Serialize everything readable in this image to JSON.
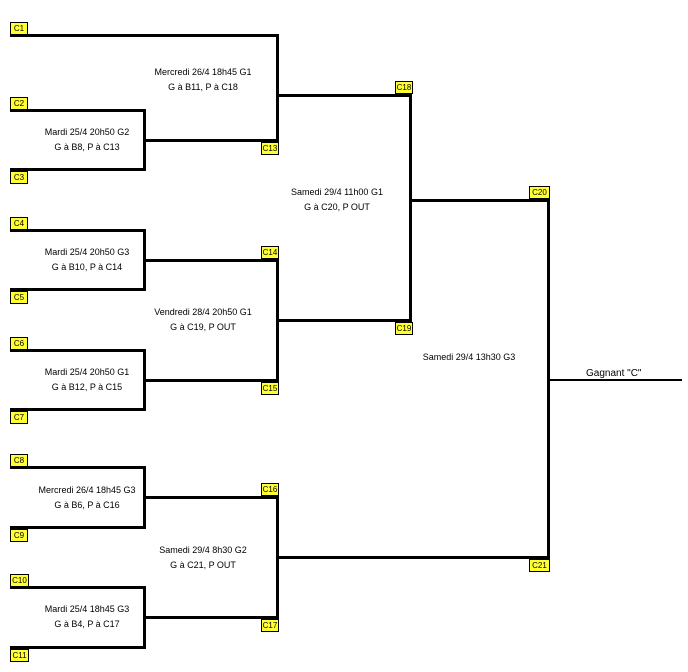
{
  "slots": {
    "c1": "C1",
    "c2": "C2",
    "c3": "C3",
    "c4": "C4",
    "c5": "C5",
    "c6": "C6",
    "c7": "C7",
    "c8": "C8",
    "c9": "C9",
    "c10": "C10",
    "c11": "C11",
    "c13": "C13",
    "c14": "C14",
    "c15": "C15",
    "c16": "C16",
    "c17": "C17",
    "c18": "C18",
    "c19": "C19",
    "c20": "C20",
    "c21": "C21"
  },
  "matches": {
    "c2_c3": {
      "when": "Mardi 25/4 20h50 G2",
      "result": "G à B8, P à C13"
    },
    "c4_c5": {
      "when": "Mardi 25/4 20h50 G3",
      "result": "G à B10, P à C14"
    },
    "c6_c7": {
      "when": "Mardi 25/4 20h50 G1",
      "result": "G à B12, P à C15"
    },
    "c8_c9": {
      "when": "Mercredi 26/4 18h45 G3",
      "result": "G à B6, P à C16"
    },
    "c10_c11": {
      "when": "Mardi 25/4 18h45 G3",
      "result": "G à B4, P à C17"
    },
    "c1_c13": {
      "when": "Mercredi 26/4 18h45 G1",
      "result": "G à B11, P à C18"
    },
    "c14_c15": {
      "when": "Vendredi 28/4 20h50 G1",
      "result": "G à C19, P OUT"
    },
    "c16_c17": {
      "when": "Samedi 29/4 8h30 G2",
      "result": "G à C21, P OUT"
    },
    "c18_c19": {
      "when": "Samedi 29/4 11h00 G1",
      "result": "G à C20, P OUT"
    },
    "final": {
      "when": "Samedi 29/4 13h30 G3"
    }
  },
  "winner_label": "Gagnant \"C\""
}
